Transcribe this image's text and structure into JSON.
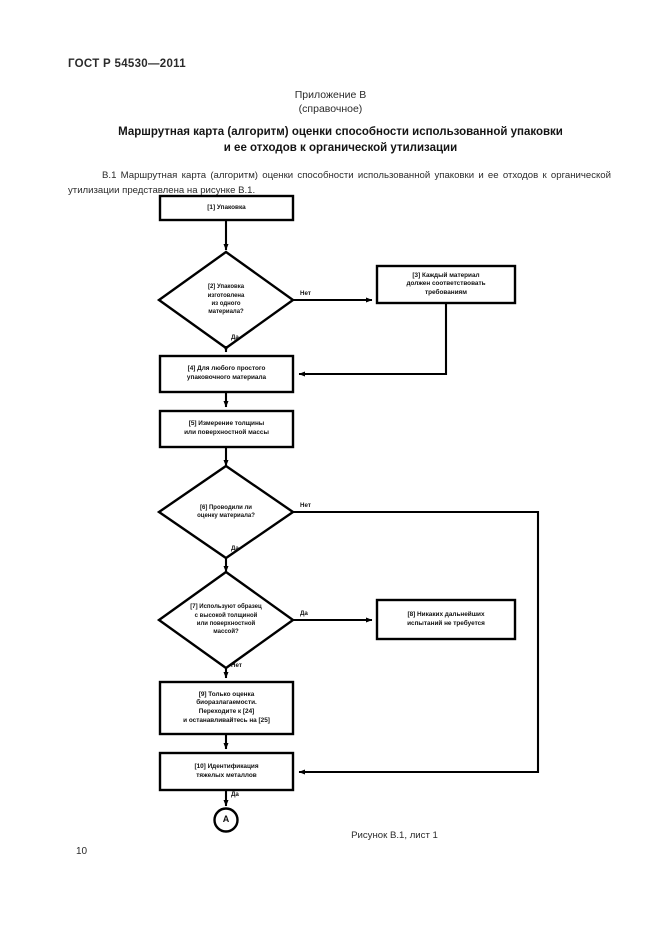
{
  "document": {
    "standard_header": "ГОСТ Р 54530—2011",
    "annex_line1": "Приложение В",
    "annex_line2": "(справочное)",
    "title_line1": "Маршрутная карта (алгоритм) оценки способности использованной упаковки",
    "title_line2": "и ее отходов к органической утилизации",
    "paragraph": "В.1 Маршрутная карта (алгоритм) оценки способности использованной упаковки и ее отходов к органической утилизации представлена на рисунке В.1.",
    "figure_caption": "Рисунок В.1, лист 1",
    "page_number": "10"
  },
  "flowchart": {
    "nodes": [
      {
        "id": "n1",
        "ref": "[1]",
        "shape": "process",
        "lines": [
          "[1] Упаковка"
        ]
      },
      {
        "id": "n2",
        "ref": "[2]",
        "shape": "decision",
        "lines": [
          "[2] Упаковка",
          "изготовлена",
          "из одного",
          "материала?"
        ]
      },
      {
        "id": "n3",
        "ref": "[3]",
        "shape": "process",
        "lines": [
          "[3] Каждый материал",
          "должен соответствовать",
          "требованиям"
        ]
      },
      {
        "id": "n4",
        "ref": "[4]",
        "shape": "process",
        "lines": [
          "[4] Для любого простого",
          "упаковочного материала"
        ]
      },
      {
        "id": "n5",
        "ref": "[5]",
        "shape": "process",
        "lines": [
          "[5] Измерение толщины",
          "или поверхностной массы"
        ]
      },
      {
        "id": "n6",
        "ref": "[6]",
        "shape": "decision",
        "lines": [
          "[6] Проводили ли",
          "оценку материала?"
        ]
      },
      {
        "id": "n7",
        "ref": "[7]",
        "shape": "decision",
        "lines": [
          "[7] Используют образец",
          "с высокой толщиной",
          "или поверхностной",
          "массой?"
        ]
      },
      {
        "id": "n8",
        "ref": "[8]",
        "shape": "process",
        "lines": [
          "[8] Никаких дальнейших",
          "испытаний не требуется"
        ]
      },
      {
        "id": "n9",
        "ref": "[9]",
        "shape": "process",
        "lines": [
          "[9] Только оценка",
          "биоразлагаемости.",
          "Переходите к [24]",
          "и останавливайтесь на [25]"
        ]
      },
      {
        "id": "n10",
        "ref": "[10]",
        "shape": "process",
        "lines": [
          "[10] Идентификация",
          "тяжелых металлов"
        ]
      }
    ],
    "connector": {
      "id": "cA",
      "shape": "circle",
      "label": "А"
    },
    "edge_labels": {
      "n2_no": "Нет",
      "n2_yes": "Да",
      "n6_no": "Нет",
      "n6_yes": "Да",
      "n7_yes": "Да",
      "n7_no": "Нет",
      "n10_yes": "Да"
    },
    "colors": {
      "stroke": "#000000",
      "fill": "#ffffff",
      "text": "#111111"
    }
  }
}
